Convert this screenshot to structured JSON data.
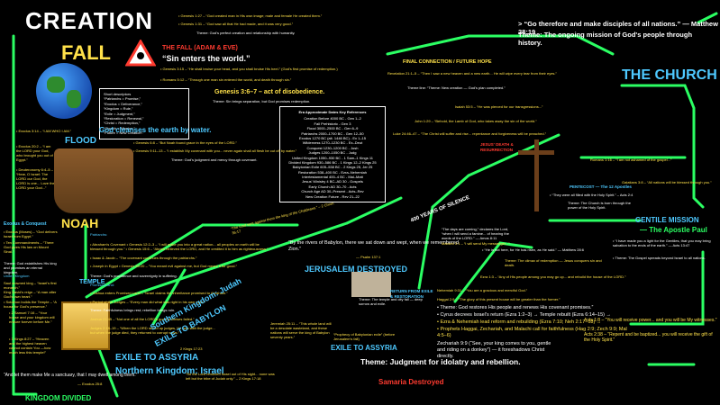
{
  "titles": {
    "creation": "CREATION",
    "fall": "FALL",
    "fall_subtitle": "THE FALL (ADAM & EVE)",
    "fall_tagline": "“Sin enters the world.”",
    "flood": "FLOOD",
    "noah": "NOAH",
    "flood_caption": "God cleanses the earth by water.",
    "kingdom_divided": "KINGDOM DIVIDED",
    "southern_kingdom": "Southern Kingdom: Judah",
    "exile_babylon": "EXILE TO BABYLON",
    "exile_assyria": "EXILE TO ASSYRIA",
    "exile_assyria_2": "EXILE TO ASSYRIA",
    "northern_kingdom": "Northern Kingdom: Israel",
    "jerusalem_destroyed": "JERUSALEM DESTROYED",
    "samaria_destroyed": "Samaria Destroyed",
    "four_hundred": "400 YEARS OF SILENCE",
    "the_church": "THE CHURCH",
    "final_connection": "FINAL CONNECTION / FUTURE HOPE",
    "gentile_mission": "GENTILE MISSION",
    "apostle_paul": "— The Apostle Paul",
    "pentecost": "PENTECOST — The 12 Apostles",
    "jesus_death": "JESUS' DEATH & RESURRECTION",
    "return_exile": "RETURN FROM EXILE & RESTORATION"
  },
  "top_center": {
    "lines": [
      "• Genesis 1:27 – “God created man in His own image; male and female He created them.”",
      "• Genesis 1:31 – “God saw all that He had made, and it was very good.”",
      "Theme: God's perfect creation and relationship with humanity."
    ],
    "gen315": "• Genesis 3:15 – “He shall bruise your head, and you shall bruise His heel.” (God's first promise of redemption.)",
    "rom512": "• Romans 5:12 – “Through one man sin entered the world, and death through sin.”",
    "gen367": "Genesis 3:6–7 – act of disobedience.",
    "gen367_theme": "Theme: Sin brings separation, but God promises redemption."
  },
  "descriptors": {
    "heading": "Short descriptors",
    "items": [
      "“Patriarchs = Promise,”",
      "“Exodus = Deliverance,”",
      "“Kingdom = Rule,”",
      "“Exile = Judgment,”",
      "“Restoration = Renewal,”",
      "“Christ = Redemption,”",
      "“Church = Mission,”",
      "“Future = New Creation”."
    ]
  },
  "era": {
    "heading": "Era Approximate Dates Key References",
    "items": [
      "Creation  Before 4000 BC - Gen 1–2",
      "Fall Prehistoric - Gen 3",
      "Flood 3000–2500 BC - Gen 6–9",
      "Patriarchs 2000–1700 BC - Gen 12–50",
      "Exodus 1270 BC (alt. 1446 BC) - Ex 1–15",
      "Wilderness 1270–1230 BC - Ex–Deut",
      "Conquest 1230–1200 BC - Josh",
      "Judges 1200–1050 BC - Judg",
      "United Kingdom  1050–930 BC - 1 Sam–1 Kings 11",
      "Divided Kingdom 930–586 BC - 1 Kings 12–2 Kings 25",
      "Babylonian Exile  605–538 BC - 2 Kings 25, Jer 25",
      "Restoration 538–400 BC - Ezra–Nehemiah",
      "Intertestamental  400–4 BC - Mal–Matt",
      "Jesus' Ministry  4 BC–AD 30 - Gospels",
      "Early Church  AD 30–70 - Acts",
      "Church Age AD 30–Present - Acts–Rev",
      "New Creation Future - Rev 21–22"
    ]
  },
  "left_column": {
    "exodus": "• Exodus 3:14 – “I AM WHO I AM.”",
    "exodus20": "• Exodus 20:2 – “I am the LORD your God, who brought you out of Egypt.”",
    "deut": "• Deuteronomy 6:4–5 – “Hear, O Israel: The LORD our God, the LORD is one... Love the LORD your God...”",
    "exodus_heading": "Exodus & Conquest",
    "exodus_item": "• Exodus (Moses) – “God delivers Israel from Egypt.”",
    "ten_comm": "• Ten Commandments – “There God gives His law on Mount Sinai.”",
    "gen_kingdom": "Theme: God establishes His king and promises an eternal kingdom.",
    "united_kingdom": "United Kingdom",
    "saul": "Saul crowned king – “Israel's first monarch.”",
    "david": "King David's reign – “A man after God's own heart.”",
    "solomon": "• Solomon builds the Temple – “A house for God's presence.”",
    "sam": "• 2 Samuel 7:16 – “Your house and your kingdom will endure forever before Me.”",
    "kings": "• 1 Kings 8:27 – “Heaven and the highest heaven cannot contain You —how much less this temple!”",
    "sanctuary": "“And let them make Me a sanctuary, that I may dwell among them.”",
    "sanctuary_ref": "— Exodus 25:8"
  },
  "mid_column": {
    "gen66": "• Genesis 6:8 – “But Noah found grace in the eyes of the LORD.”",
    "gen911": "• Genesis 9:11–13 – “I establish My covenant with you... never again shall all flesh be cut off by water.”",
    "flood_theme": "Theme: God's judgment and mercy through covenant.",
    "patriarchs": "Patriarchs:",
    "genesis12": "Genesis 12:3",
    "abraham": "• Abraham's Covenant • Genesis 12:2–3 – “I will make you into a great nation... all peoples on earth will be blessed through you.” • Genesis 15:6 – “Abram believed the LORD, and He credited it to him as righteousness.”",
    "isaac": "• Isaac & Jacob – “The covenant continues through the patriarchs.”",
    "joseph": "• Joseph in Egypt • Genesis 50:20 – “You meant evil against me, but God meant it for good.”",
    "joseph_theme": "Theme: God's providence and sovereignty in suffering.",
    "promised": "PromisedLand:",
    "joshua": "• Joshua enters Promised Land – “Israel claims the inheritance promised to Abraham.”",
    "judges": "• Period of the Judges – “Every man did what was right in his own eyes.”",
    "judges_theme": "Theme: Faithfulness brings rest; rebellion brings ruin.",
    "joshua21": "Joshua 21:45 – “Not one of all the LORD's good promises failed.”",
    "judges218": "Judges 2:18–19 – “When the LORD raised up judges, He was with the judge... but when the judge died, they returned to corrupt ways.”",
    "kings12": "• 1 Kings 12:19",
    "lord_sent": "“The Lord sent against them the king of the Chaldeans.” – 2 Chron 36:17",
    "kings17": "2 Kings 17:23",
    "kings1718": "“So the Lord removed Israel out of His sight... none was left but the tribe of Judah only.” – 2 Kings 17:18",
    "babylon": "“By the rivers of Babylon, there we sat down and wept, when we remembered Zion.”",
    "babylon_ref": "— Psalm 137:1",
    "jer": "Jeremiah 25:11 – “This whole land will be a desolate wasteland, and these nations will serve the king of Babylon seventy years.”",
    "jer_sub": "“Prophecy of Babylonian exile” (before Jerusalem's fall)",
    "ruins_theme": "Theme: The temple and city fall — deep sorrow and exile.",
    "judgment": "Theme: Judgment for idolatry and rebellion."
  },
  "right_column": {
    "matt": "> “Go therefore and make disciples of all nations.” — Matthew 28:19",
    "church_theme": "Theme: The ongoing mission of God's people through history.",
    "rev": "Revelation 21:1–5 – “Then I saw a new heaven and a new earth... He will wipe every tear from their eyes.”",
    "future_theme": "Theme line: “Theme: New creation — God's plan completed.”",
    "isaiah": "Isaiah 53:5 – “He was pierced for our transgressions...”",
    "john": "John 1:29 – “Behold, the Lamb of God, who takes away the sin of the world.”",
    "luke": "Luke 24:46–47 – “The Christ will suffer and rise... repentance and forgiveness will be preached.”",
    "romans": "Romans 1:16 – “I am not ashamed of the gospel...”",
    "gal": "Galatians 3:8 – “All nations will be blessed through you.”",
    "acts24": "• “They were all filled with the Holy Spirit.” – Acts 2:4",
    "church_birth": "Theme: The Church is born through the power of the Holy Spirit.",
    "matt286": "• “He is not here, for He has risen, as He said.” — Matthew 28:6",
    "climax": "Theme: The climax of redemption — Jesus conquers sin and death.",
    "gentile_quote": "• “I have made you a light for the Gentiles, that you may bring salvation to the ends of the earth.” — Acts 13:47",
    "gentile_theme": "• Theme: The Gospel spreads beyond Israel to all nations.",
    "acts18": "Acts 1:8 – “You will receive power... and you will be My witnesses.”",
    "acts238": "Acts 2:38 – “Repent and be baptized... you will receive the gift of the Holy Spirit.”",
    "silence_note": "“The days are coming,” declares the Lord, “when I will send a famine... of hearing the words of the LORD.” — Amos 8:11",
    "mal": "Malachi 3:1 – “I will send My messenger...”",
    "neh": "Nehemiah 9:31 – “You are a gracious and merciful God.”",
    "haggai": "Haggai 2:9 – “The glory of this present house will be greater than the former.”",
    "restore1": "• Theme: God restores His people and renews His covenant promises.”",
    "restore2": "• Cyrus decrees Israel's return (Ezra 1:2–3) → Temple rebuilt (Ezra 6:14–15) →",
    "restore3": "• Ezra & Nehemiah lead reform and rebuilding (Ezra 7:10; Neh 2:17–18) →",
    "restore4": "• Prophets Haggai, Zechariah, and Malachi call for faithfulness (Hag 2:9; Zech 9:9; Mal 4:5–6)",
    "zech": "Zechariah 9:9 (“See, your king comes to you, gentle and riding on a donkey”) — it foreshadows Christ directly.",
    "ezra13": "Ezra 1:3 – “Any of His people among you may go up... and rebuild the house of the LORD.”"
  },
  "colors": {
    "yellow": "#ffe14a",
    "green": "#2bff63",
    "cyan": "#4ec9ff",
    "red": "#ff3b30"
  }
}
